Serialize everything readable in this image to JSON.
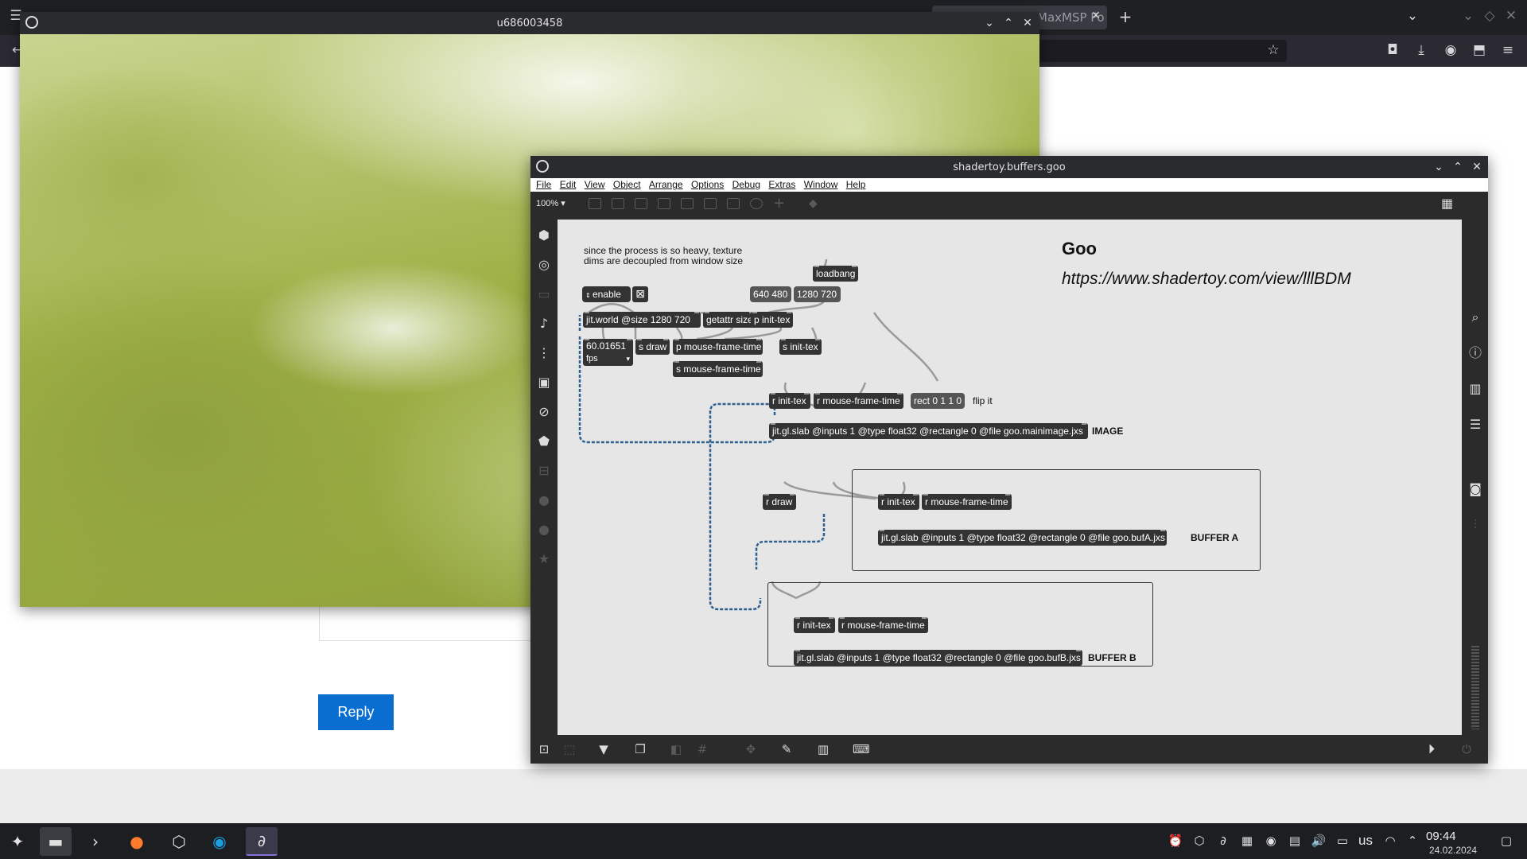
{
  "browser": {
    "tab_title": "MaxMSP Fo",
    "new_tab_icon": "plus-icon",
    "reply_label": "Reply"
  },
  "render_window": {
    "title": "u686003458"
  },
  "patcher_window": {
    "title": "shadertoy.buffers.goo",
    "menu": [
      "File",
      "Edit",
      "View",
      "Object",
      "Arrange",
      "Options",
      "Debug",
      "Extras",
      "Window",
      "Help"
    ],
    "zoom": "100%"
  },
  "patch": {
    "comment_texture": "since the process is so heavy, texture\ndims are decoupled from window size",
    "title": "Goo",
    "url": "https://www.shadertoy.com/view/lllBDM",
    "toggle_label": "enable",
    "loadbang": "loadbang",
    "msg_640": "640 480",
    "msg_1280": "1280 720",
    "jit_world": "jit.world @size 1280 720",
    "getattr": "getattr size",
    "p_init_tex": "p init-tex",
    "fps_value": "60.01651",
    "fps_label": "fps",
    "s_draw": "s draw",
    "p_mouse": "p mouse-frame-time",
    "s_mouse": "s mouse-frame-time",
    "s_init_tex": "s init-tex",
    "r_init_tex": "r init-tex",
    "r_mouse": "r mouse-frame-time",
    "rect_msg": "rect 0 1 1 0",
    "flip_comment": "flip it",
    "slab_image": "jit.gl.slab @inputs 1 @type float32 @rectangle 0 @file goo.mainimage.jxs",
    "label_image": "IMAGE",
    "r_draw": "r draw",
    "slab_a": "jit.gl.slab @inputs 1 @type float32 @rectangle 0 @file goo.bufA.jxs",
    "label_a": "BUFFER A",
    "slab_b": "jit.gl.slab @inputs 1 @type float32 @rectangle 0 @file goo.bufB.jxs",
    "label_b": "BUFFER B"
  },
  "taskbar": {
    "keyboard_layout": "us",
    "time": "09:44",
    "date": "24.02.2024"
  }
}
